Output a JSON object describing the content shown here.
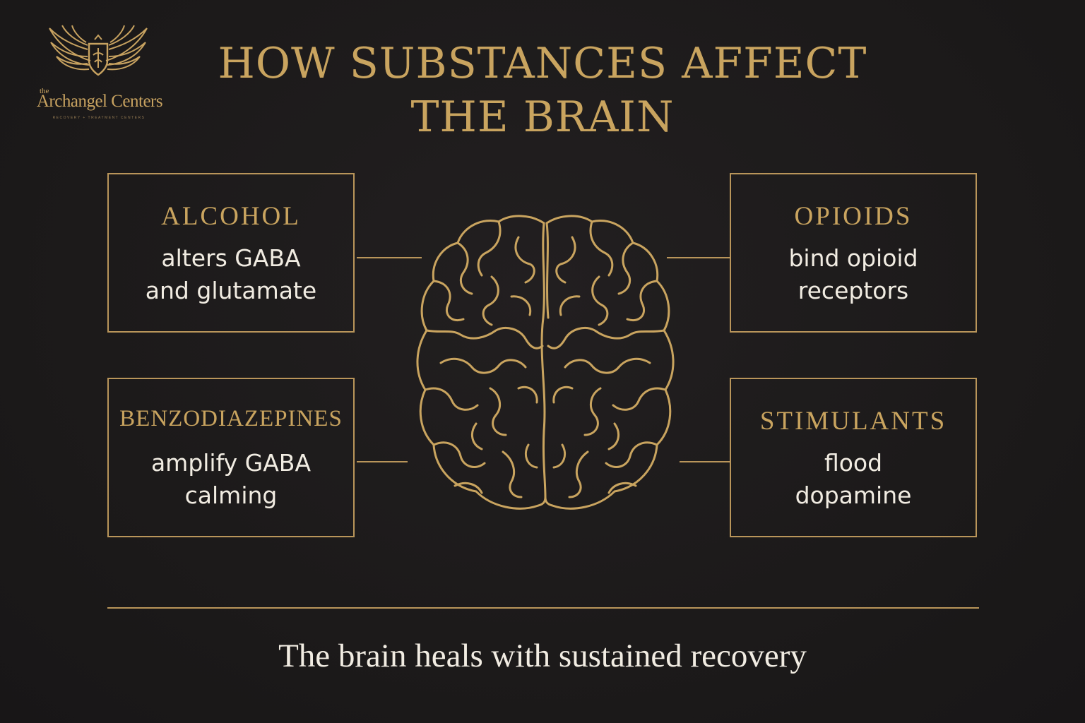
{
  "brand": {
    "prefix": "the",
    "name": "Archangel Centers",
    "tagline": "RECOVERY + TREATMENT CENTERS"
  },
  "title": {
    "line1": "HOW SUBSTANCES AFFECT",
    "line2": "THE BRAIN"
  },
  "substances": [
    {
      "name": "ALCOHOL",
      "effect_line1": "alters GABA",
      "effect_line2": "and glutamate"
    },
    {
      "name": "OPIOIDS",
      "effect_line1": "bind opioid",
      "effect_line2": "receptors"
    },
    {
      "name": "BENZODIAZEPINES",
      "effect_line1": "amplify GABA",
      "effect_line2": "calming"
    },
    {
      "name": "STIMULANTS",
      "effect_line1": "flood",
      "effect_line2": "dopamine"
    }
  ],
  "footer": "The brain heals with sustained recovery",
  "colors": {
    "background": "#1c1a1b",
    "gold": "#c9a45f",
    "text": "#f1ece2"
  },
  "icons": {
    "logo": "winged-crest-icon",
    "center": "brain-icon"
  }
}
